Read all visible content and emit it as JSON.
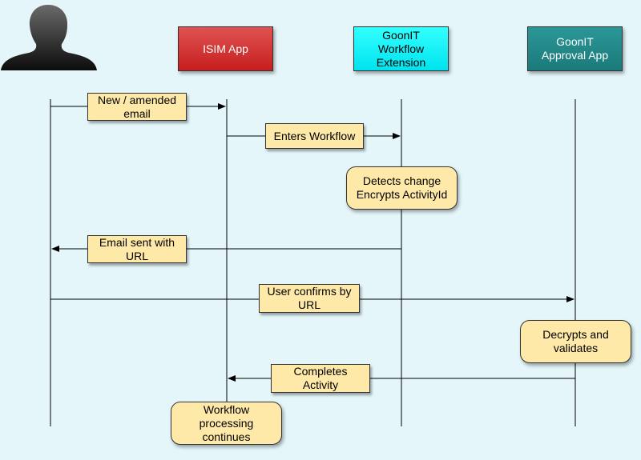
{
  "participants": {
    "user": {
      "icon": "person-silhouette-icon"
    },
    "isim": {
      "label": "ISIM App",
      "color": "#c61e1e"
    },
    "extension": {
      "label": "GoonIT\nWorkflow\nExtension",
      "color": "#00e3ee"
    },
    "approval": {
      "label": "GoonIT\nApproval App",
      "color": "#1b7a7a"
    }
  },
  "messages": [
    {
      "label": "New / amended\nemail",
      "from": "user",
      "to": "isim"
    },
    {
      "label": "Enters Workflow",
      "from": "isim",
      "to": "extension"
    },
    {
      "label": "Email sent with\nURL",
      "from": "extension",
      "to": "user"
    },
    {
      "label": "User confirms by\nURL",
      "from": "user",
      "to": "approval"
    },
    {
      "label": "Completes\nActivity",
      "from": "approval",
      "to": "isim"
    }
  ],
  "notes": [
    {
      "label": "Detects change\nEncrypts ActivityId",
      "on": "extension"
    },
    {
      "label": "Decrypts and\nvalidates",
      "on": "approval"
    },
    {
      "label": "Workflow\nprocessing\ncontinues",
      "on": "isim"
    }
  ],
  "colors": {
    "background": "#e4f6fa",
    "message_fill": "#ffe9a8"
  }
}
